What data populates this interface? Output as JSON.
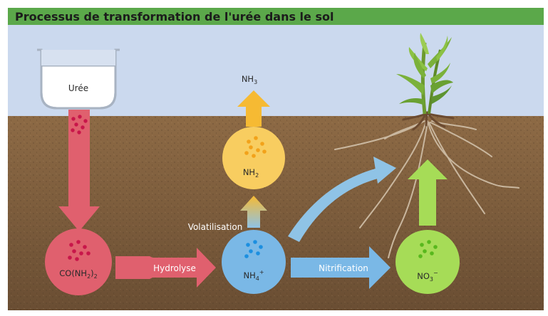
{
  "title": "Processus de transformation de l'urée dans le sol",
  "colors": {
    "sky": "#cbd9ee",
    "soil": "#8a6743",
    "soil_dark": "#5f4630",
    "title_bar": "#5ba84a",
    "urea_pink": "#e0606e",
    "ammonium_blue": "#7ab8e6",
    "nh2_yellow": "#f8cd60",
    "arrow_yellow": "#f6ba33",
    "nitrate_green": "#a6dc57"
  },
  "nodes": {
    "uree": {
      "label": "Urée"
    },
    "urea": {
      "label_main": "CO(NH",
      "label_sub": "2",
      "label_close": ")",
      "label_sub2": "2"
    },
    "ammonium": {
      "label_main": "NH",
      "label_sub": "4",
      "label_sup": "+"
    },
    "nh2": {
      "label_main": "NH",
      "label_sub": "2"
    },
    "nh3": {
      "label_main": "NH",
      "label_sub": "3"
    },
    "nitrate": {
      "label_main": "NO",
      "label_sub": "3",
      "label_sup": "−"
    }
  },
  "processes": {
    "hydrolyse": "Hydrolyse",
    "volatilisation": "Volatilisation",
    "nitrification": "Nitrification"
  }
}
